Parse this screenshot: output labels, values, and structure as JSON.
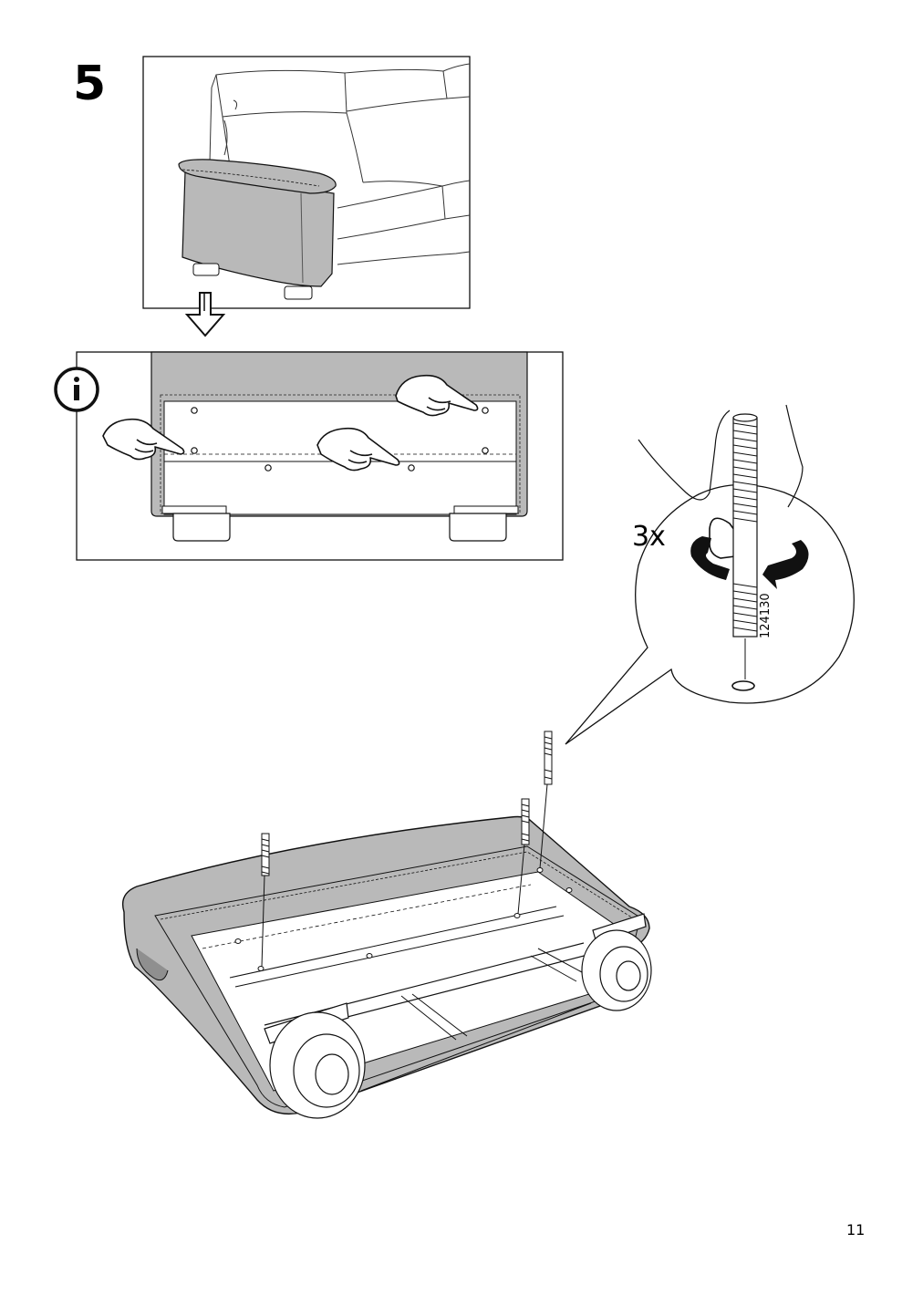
{
  "step": {
    "number": "5"
  },
  "rotate": {
    "quantity": "3x"
  },
  "part": {
    "number": "124130"
  },
  "page": {
    "number": "11"
  },
  "colors": {
    "fabric": "#b9b9b9",
    "fabric_dark": "#8f8f8f",
    "line": "#111111",
    "panel": "#ffffff"
  },
  "icons": {
    "info": "info-icon",
    "arrow": "arrow-down-icon",
    "hand": "pointing-hand-icon",
    "rotate": "rotate-arrow-icon"
  }
}
